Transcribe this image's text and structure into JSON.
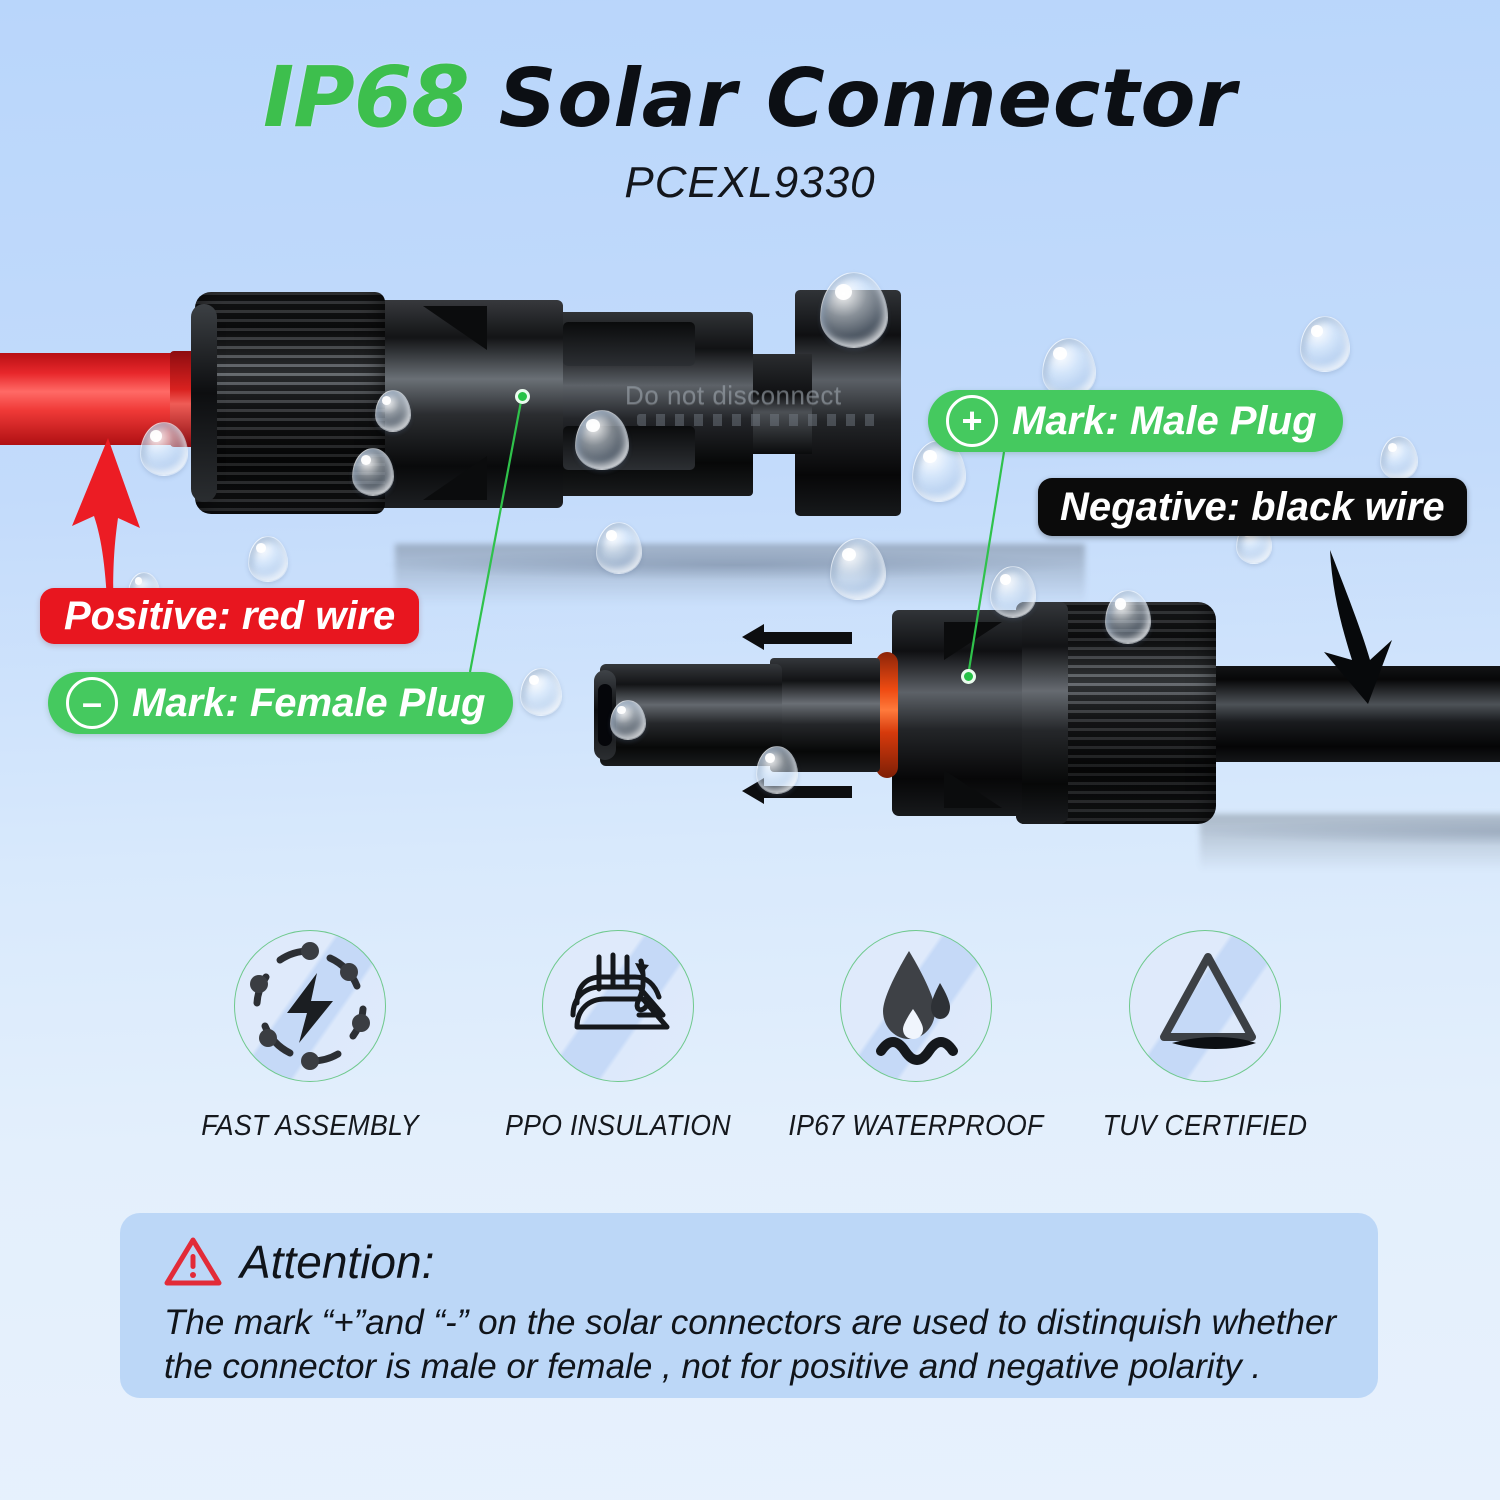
{
  "header": {
    "badge": "IP68",
    "title": "Solar Connector",
    "model": "PCEXL9330"
  },
  "product": {
    "emboss_text": "Do not disconnect",
    "female_connector_name": "female-connector",
    "male_connector_name": "male-connector"
  },
  "callouts": {
    "male": {
      "sign": "+",
      "text": "Mark: Male Plug"
    },
    "female": {
      "sign": "–",
      "text": "Mark: Female Plug"
    },
    "positive": {
      "text": "Positive: red wire"
    },
    "negative": {
      "text": "Negative: black wire"
    }
  },
  "features": [
    {
      "label": "FAST ASSEMBLY",
      "icon": "lightning-bolt-icon"
    },
    {
      "label": "PPO INSULATION",
      "icon": "layered-sheets-icon"
    },
    {
      "label": "IP67 WATERPROOF",
      "icon": "water-drop-icon"
    },
    {
      "label": "TUV CERTIFIED",
      "icon": "triangle-icon"
    }
  ],
  "attention": {
    "icon": "warning-triangle-icon",
    "title": "Attention:",
    "line1": "The mark “+”and “-” on the solar connectors are used to distinquish whether",
    "line2": "the connector is male or female , not for positive and negative polarity ."
  },
  "colors": {
    "accent_green": "#3dbf4d",
    "pill_green": "#45c95f",
    "pill_red": "#e8161f",
    "pill_black": "#0b0b0b",
    "background_top": "#b9d6fb",
    "background_bottom": "#e7f1fd",
    "attention_bg": "#bcd7f7",
    "oring_orange": "#ef4b12"
  }
}
